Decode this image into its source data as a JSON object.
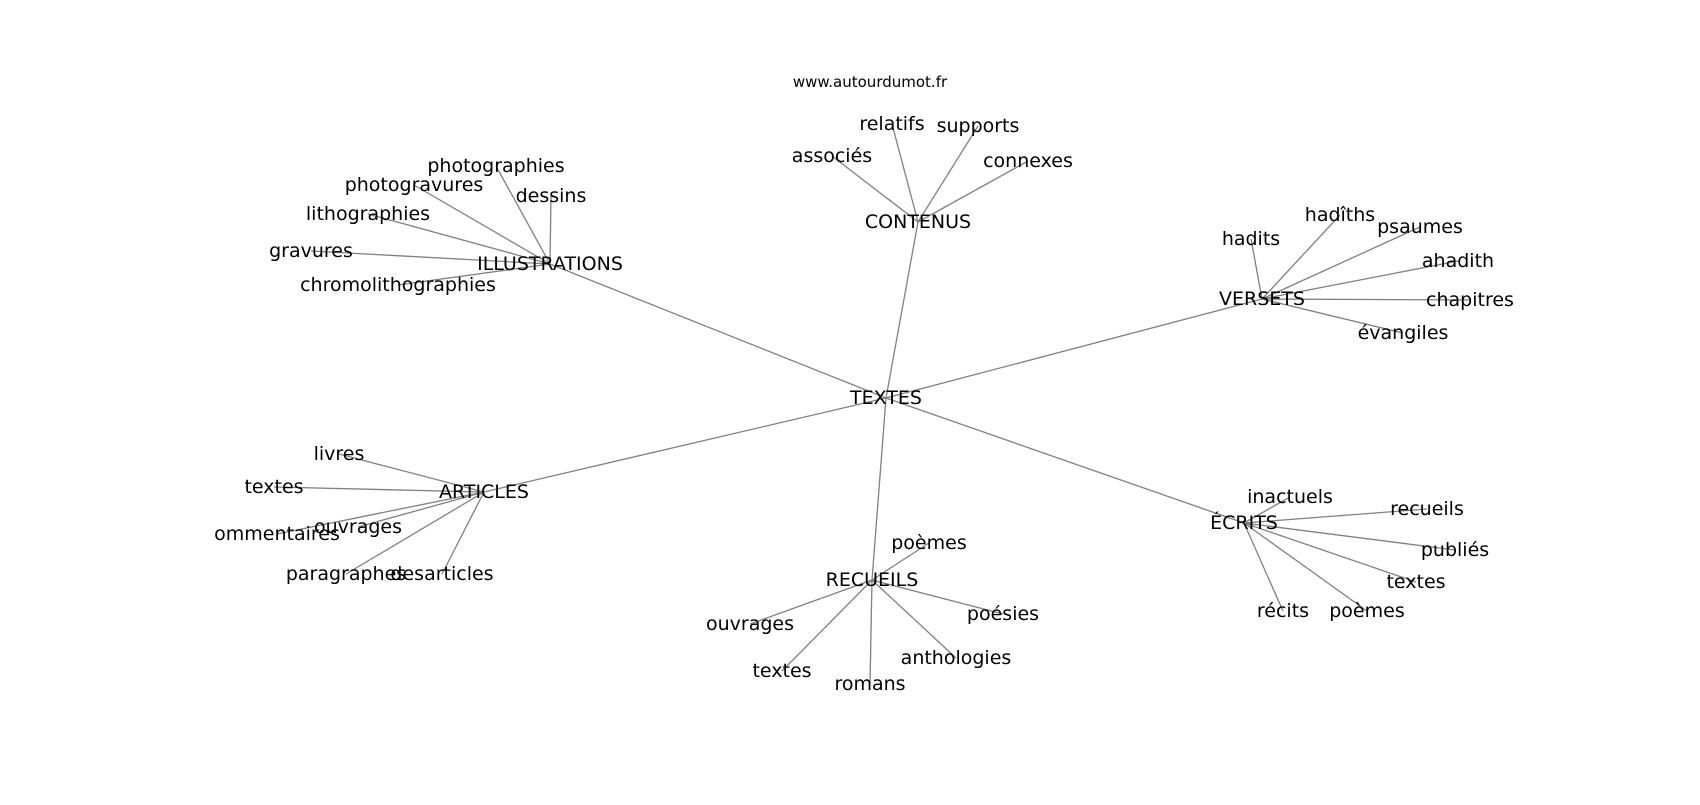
{
  "watermark": "www.autourdumot.fr",
  "colors": {
    "edge": "#808080",
    "text": "#000000",
    "background": "#ffffff"
  },
  "graph": {
    "root": "TEXTES",
    "branches": [
      {
        "label": "CONTENUS",
        "leaves": [
          "relatifs",
          "supports",
          "associés",
          "connexes"
        ]
      },
      {
        "label": "ILLUSTRATIONS",
        "leaves": [
          "photographies",
          "photogravures",
          "dessins",
          "lithographies",
          "gravures",
          "chromolithographies"
        ]
      },
      {
        "label": "VERSETS",
        "leaves": [
          "hadits",
          "hadîths",
          "psaumes",
          "ahadith",
          "chapitres",
          "évangiles"
        ]
      },
      {
        "label": "ARTICLES",
        "leaves": [
          "livres",
          "textes",
          "ouvrages",
          "ommentaires",
          "paragraphes",
          "desarticles"
        ]
      },
      {
        "label": "RECUEILS",
        "leaves": [
          "poèmes",
          "ouvrages",
          "poésies",
          "anthologies",
          "textes",
          "romans"
        ]
      },
      {
        "label": "ÉCRITS",
        "leaves": [
          "inactuels",
          "recueils",
          "publiés",
          "textes",
          "récits",
          "poèmes"
        ]
      }
    ]
  }
}
